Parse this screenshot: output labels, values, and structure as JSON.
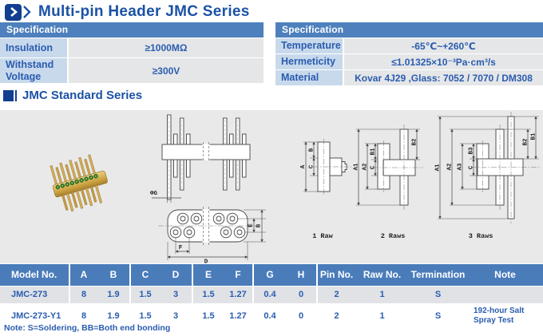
{
  "header": {
    "title": "Multi-pin Header JMC Series"
  },
  "spec_left": {
    "title": "Specification",
    "rows": [
      {
        "label": "Insulation",
        "value": "≥1000MΩ"
      },
      {
        "label": "Withstand Voltage",
        "value": "≥300V"
      }
    ]
  },
  "spec_right": {
    "title": "Specification",
    "rows": [
      {
        "label": "Temperature",
        "value": "-65℃~+260℃"
      },
      {
        "label": "Hermeticity",
        "value": "≤1.01325×10⁻³Pa·cm³/s"
      },
      {
        "label": "Material",
        "value": "Kovar 4J29 ,Glass: 7052 / 7070 / DM308"
      }
    ]
  },
  "series_section": {
    "title": "JMC Standard Series"
  },
  "figures": {
    "front_view": {
      "phi_g": "ΦG"
    },
    "top_view": {
      "f": "F",
      "d": "D",
      "e": "E",
      "b": "B"
    },
    "profile1": {
      "a": "A",
      "b": "B",
      "c": "C",
      "caption": "1 Raw"
    },
    "profile2": {
      "a1": "A1",
      "a2": "A2",
      "b1": "B1",
      "c": "C",
      "b2": "B2",
      "caption": "2 Raws"
    },
    "profile3": {
      "a1": "A1",
      "a2": "A2",
      "a3": "A3",
      "b3": "B3",
      "c": "C",
      "b2": "B2",
      "b1": "B1",
      "caption": "3 Raws"
    }
  },
  "table": {
    "headers": [
      "Model No.",
      "A",
      "B",
      "C",
      "D",
      "E",
      "F",
      "G",
      "H",
      "Pin No.",
      "Raw No.",
      "Termination",
      "Note"
    ],
    "rows": [
      [
        "JMC-273",
        "8",
        "1.9",
        "1.5",
        "3",
        "1.5",
        "1.27",
        "0.4",
        "0",
        "2",
        "1",
        "S",
        ""
      ],
      [
        "JMC-273-Y1",
        "8",
        "1.9",
        "1.5",
        "3",
        "1.5",
        "1.27",
        "0.4",
        "0",
        "2",
        "1",
        "S",
        "192-hour Salt Spray Test"
      ]
    ],
    "footnote": "Note: S=Soldering, BB=Both end bonding"
  },
  "colors": {
    "accent_blue": "#1b52a5",
    "icon_dark_blue": "#123f8f",
    "table_header_blue": "#4a7cba",
    "spec_header_blue": "#4d80bd",
    "label_cell_blue": "#c8d9ec",
    "value_cell_gray": "#e5e6e8",
    "alt_row_gray": "#e0e2e6",
    "panel_gray": "#e9e9e9",
    "text_blue": "#2a5caf",
    "connector_gold": "#d7af56",
    "seal_green": "#1f7a2d"
  }
}
